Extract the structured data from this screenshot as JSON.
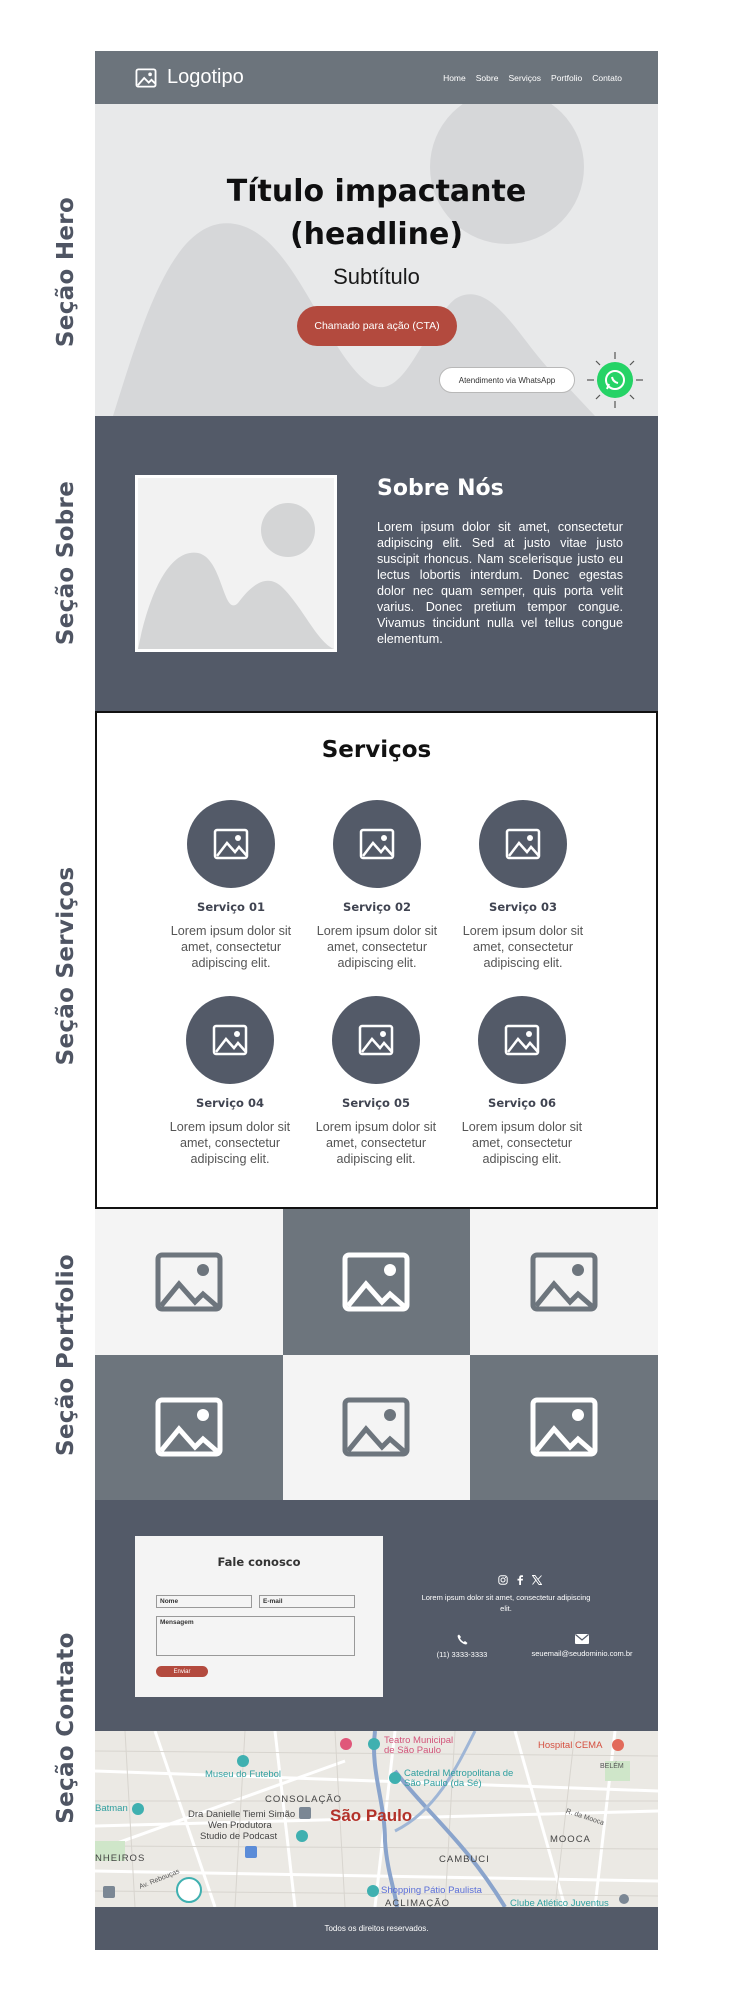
{
  "side_labels": {
    "hero": "Seção Hero",
    "about": "Seção Sobre",
    "services": "Seção Serviços",
    "portfolio": "Seção Portfolio",
    "contact": "Seção Contato"
  },
  "header": {
    "logo_text": "Logotipo",
    "logo_icon": "image-icon",
    "nav": [
      "Home",
      "Sobre",
      "Serviços",
      "Portfolio",
      "Contato"
    ]
  },
  "hero": {
    "title_line1": "Título impactante",
    "title_line2": "(headline)",
    "subtitle": "Subtítulo",
    "cta_label": "Chamado para ação (CTA)",
    "whatsapp_label": "Atendimento via WhatsApp",
    "whatsapp_icon": "whatsapp-icon"
  },
  "about": {
    "title": "Sobre Nós",
    "text": "Lorem ipsum dolor sit amet, consectetur adipiscing elit. Sed at justo vitae justo suscipit rhoncus. Nam scelerisque justo eu lectus lobortis interdum. Donec egestas dolor nec quam semper, quis porta velit varius. Donec pretium tempor congue. Vivamus tincidunt nulla vel tellus congue elementum."
  },
  "services": {
    "title": "Serviços",
    "items": [
      {
        "name": "Serviço 01",
        "desc": "Lorem ipsum dolor sit amet, consectetur adipiscing elit."
      },
      {
        "name": "Serviço 02",
        "desc": "Lorem ipsum dolor sit amet, consectetur adipiscing elit."
      },
      {
        "name": "Serviço 03",
        "desc": "Lorem ipsum dolor sit amet, consectetur adipiscing elit."
      },
      {
        "name": "Serviço 04",
        "desc": "Lorem ipsum dolor sit amet, consectetur adipiscing elit."
      },
      {
        "name": "Serviço 05",
        "desc": "Lorem ipsum dolor sit amet, consectetur adipiscing elit."
      },
      {
        "name": "Serviço 06",
        "desc": "Lorem ipsum dolor sit amet, consectetur adipiscing elit."
      }
    ]
  },
  "portfolio": {
    "icon": "image-icon"
  },
  "contact": {
    "form_title": "Fale conosco",
    "name_label": "Nome",
    "email_label": "E-mail",
    "message_label": "Mensagem",
    "send_label": "Enviar",
    "blurb": "Lorem ipsum dolor sit amet, consectetur adipiscing elit.",
    "phone": "(11) 3333-3333",
    "email": "seuemail@seudominio.com.br"
  },
  "map": {
    "labels": {
      "teatro": "Teatro Municipal de São Paulo",
      "hospital": "Hospital CEMA",
      "museu": "Museu do Futebol",
      "catedral": "Catedral Metropolitana de São Paulo (da Sé)",
      "belem": "BELÉM",
      "batman": "Batman",
      "consolacao": "CONSOLAÇÃO",
      "dra": "Dra Danielle Tiemi Simão",
      "wen": "Wen Produtora",
      "studio": "Studio de Podcast",
      "city": "São Paulo",
      "mooca": "MOOCA",
      "nheiros": "NHEIROS",
      "cambuci": "CAMBUCI",
      "shopping": "Shopping Pátio Paulista",
      "aclimacao": "ACLIMAÇÃO",
      "clube": "Clube Atlético Juventus",
      "rebouças": "Av. Rebouças",
      "moca_st": "R. da Mooca"
    }
  },
  "footer": {
    "text": "Todos os direitos reservados."
  },
  "colors": {
    "dark": "#535a68",
    "accent": "#b34a3e",
    "whatsapp": "#25d366"
  }
}
